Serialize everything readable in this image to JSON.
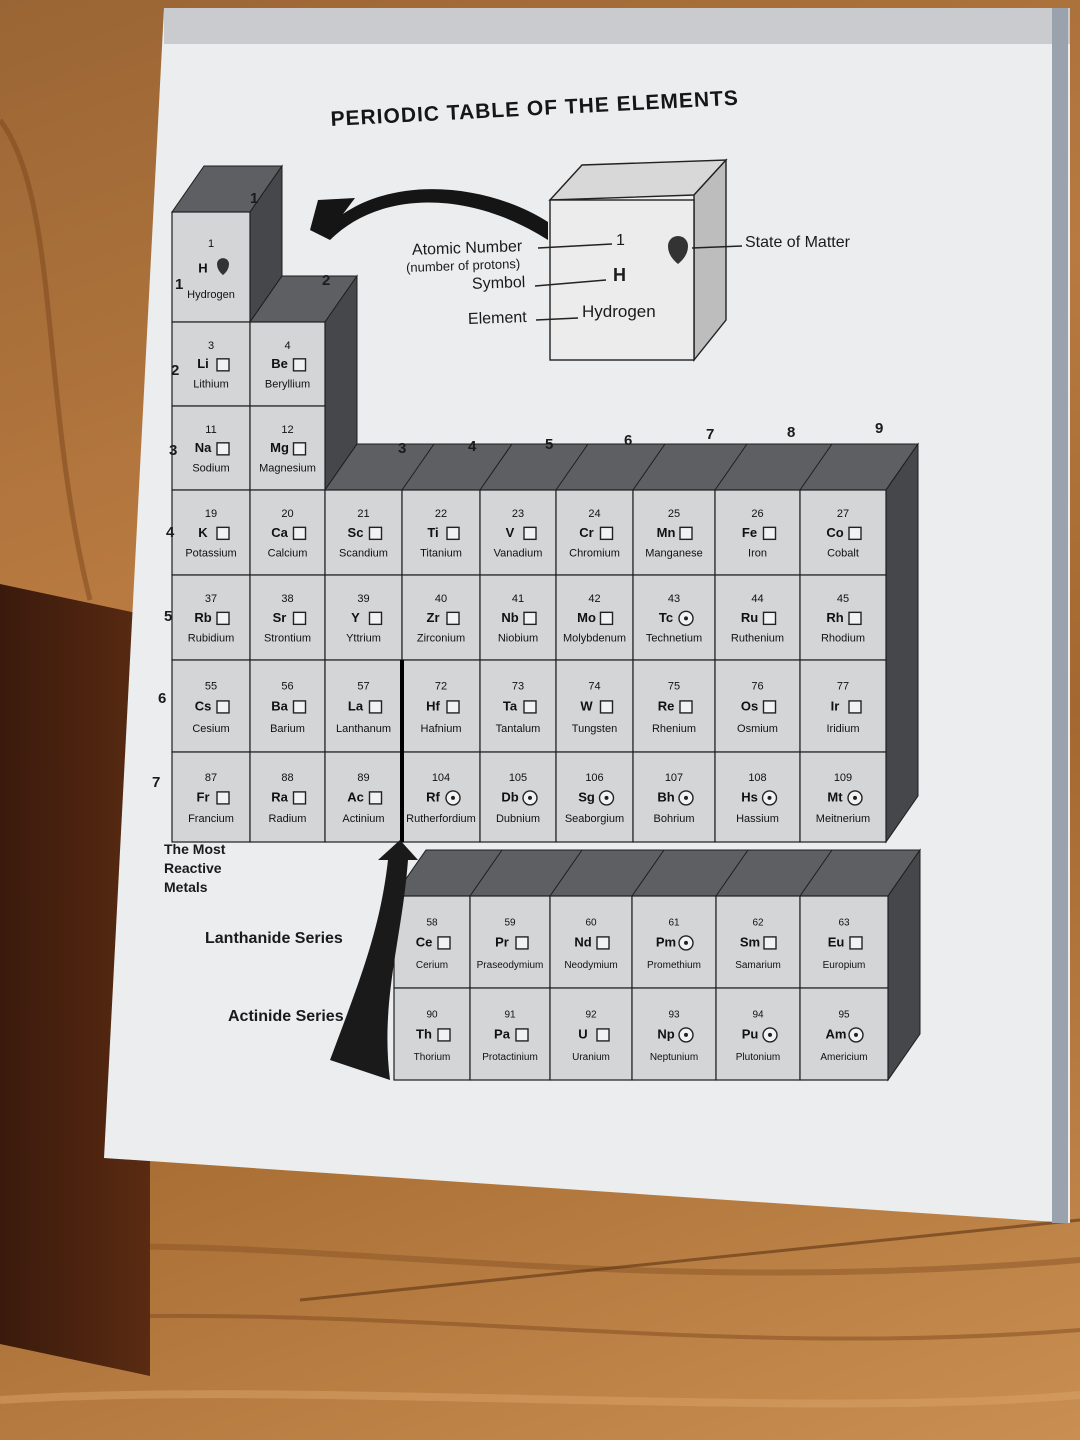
{
  "title": "PERIODIC TABLE OF THE ELEMENTS",
  "group_numbers": [
    "1",
    "2",
    "3",
    "4",
    "5",
    "6",
    "7",
    "8",
    "9"
  ],
  "period_numbers": [
    "1",
    "2",
    "3",
    "4",
    "5",
    "6",
    "7"
  ],
  "legend": {
    "atomic_number_label": "Atomic Number",
    "protons_note": "(number of protons)",
    "symbol_label": "Symbol",
    "element_label": "Element",
    "state_label": "State of Matter",
    "sample_number": "1",
    "sample_symbol": "H",
    "sample_name": "Hydrogen"
  },
  "most_reactive": [
    "The Most",
    "Reactive",
    "Metals"
  ],
  "lanthanide_label": "Lanthanide Series",
  "actinide_label": "Actinide Series",
  "elements": [
    {
      "n": "1",
      "s": "H",
      "name": "Hydrogen",
      "state": "gas",
      "row": 1,
      "col": 1
    },
    {
      "n": "3",
      "s": "Li",
      "name": "Lithium",
      "state": "solid",
      "row": 2,
      "col": 1
    },
    {
      "n": "4",
      "s": "Be",
      "name": "Beryllium",
      "state": "solid",
      "row": 2,
      "col": 2
    },
    {
      "n": "11",
      "s": "Na",
      "name": "Sodium",
      "state": "solid",
      "row": 3,
      "col": 1
    },
    {
      "n": "12",
      "s": "Mg",
      "name": "Magnesium",
      "state": "solid",
      "row": 3,
      "col": 2
    },
    {
      "n": "19",
      "s": "K",
      "name": "Potassium",
      "state": "solid",
      "row": 4,
      "col": 1
    },
    {
      "n": "20",
      "s": "Ca",
      "name": "Calcium",
      "state": "solid",
      "row": 4,
      "col": 2
    },
    {
      "n": "21",
      "s": "Sc",
      "name": "Scandium",
      "state": "solid",
      "row": 4,
      "col": 3
    },
    {
      "n": "22",
      "s": "Ti",
      "name": "Titanium",
      "state": "solid",
      "row": 4,
      "col": 4
    },
    {
      "n": "23",
      "s": "V",
      "name": "Vanadium",
      "state": "solid",
      "row": 4,
      "col": 5
    },
    {
      "n": "24",
      "s": "Cr",
      "name": "Chromium",
      "state": "solid",
      "row": 4,
      "col": 6
    },
    {
      "n": "25",
      "s": "Mn",
      "name": "Manganese",
      "state": "solid",
      "row": 4,
      "col": 7
    },
    {
      "n": "26",
      "s": "Fe",
      "name": "Iron",
      "state": "solid",
      "row": 4,
      "col": 8
    },
    {
      "n": "27",
      "s": "Co",
      "name": "Cobalt",
      "state": "solid",
      "row": 4,
      "col": 9
    },
    {
      "n": "37",
      "s": "Rb",
      "name": "Rubidium",
      "state": "solid",
      "row": 5,
      "col": 1
    },
    {
      "n": "38",
      "s": "Sr",
      "name": "Strontium",
      "state": "solid",
      "row": 5,
      "col": 2
    },
    {
      "n": "39",
      "s": "Y",
      "name": "Yttrium",
      "state": "solid",
      "row": 5,
      "col": 3
    },
    {
      "n": "40",
      "s": "Zr",
      "name": "Zirconium",
      "state": "solid",
      "row": 5,
      "col": 4
    },
    {
      "n": "41",
      "s": "Nb",
      "name": "Niobium",
      "state": "solid",
      "row": 5,
      "col": 5
    },
    {
      "n": "42",
      "s": "Mo",
      "name": "Molybdenum",
      "state": "solid",
      "row": 5,
      "col": 6
    },
    {
      "n": "43",
      "s": "Tc",
      "name": "Technetium",
      "state": "synthetic",
      "row": 5,
      "col": 7
    },
    {
      "n": "44",
      "s": "Ru",
      "name": "Ruthenium",
      "state": "solid",
      "row": 5,
      "col": 8
    },
    {
      "n": "45",
      "s": "Rh",
      "name": "Rhodium",
      "state": "solid",
      "row": 5,
      "col": 9
    },
    {
      "n": "55",
      "s": "Cs",
      "name": "Cesium",
      "state": "solid",
      "row": 6,
      "col": 1
    },
    {
      "n": "56",
      "s": "Ba",
      "name": "Barium",
      "state": "solid",
      "row": 6,
      "col": 2
    },
    {
      "n": "57",
      "s": "La",
      "name": "Lanthanum",
      "state": "solid",
      "row": 6,
      "col": 3
    },
    {
      "n": "72",
      "s": "Hf",
      "name": "Hafnium",
      "state": "solid",
      "row": 6,
      "col": 4
    },
    {
      "n": "73",
      "s": "Ta",
      "name": "Tantalum",
      "state": "solid",
      "row": 6,
      "col": 5
    },
    {
      "n": "74",
      "s": "W",
      "name": "Tungsten",
      "state": "solid",
      "row": 6,
      "col": 6
    },
    {
      "n": "75",
      "s": "Re",
      "name": "Rhenium",
      "state": "solid",
      "row": 6,
      "col": 7
    },
    {
      "n": "76",
      "s": "Os",
      "name": "Osmium",
      "state": "solid",
      "row": 6,
      "col": 8
    },
    {
      "n": "77",
      "s": "Ir",
      "name": "Iridium",
      "state": "solid",
      "row": 6,
      "col": 9
    },
    {
      "n": "87",
      "s": "Fr",
      "name": "Francium",
      "state": "solid",
      "row": 7,
      "col": 1
    },
    {
      "n": "88",
      "s": "Ra",
      "name": "Radium",
      "state": "solid",
      "row": 7,
      "col": 2
    },
    {
      "n": "89",
      "s": "Ac",
      "name": "Actinium",
      "state": "solid",
      "row": 7,
      "col": 3
    },
    {
      "n": "104",
      "s": "Rf",
      "name": "Rutherfordium",
      "state": "synthetic",
      "row": 7,
      "col": 4
    },
    {
      "n": "105",
      "s": "Db",
      "name": "Dubnium",
      "state": "synthetic",
      "row": 7,
      "col": 5
    },
    {
      "n": "106",
      "s": "Sg",
      "name": "Seaborgium",
      "state": "synthetic",
      "row": 7,
      "col": 6
    },
    {
      "n": "107",
      "s": "Bh",
      "name": "Bohrium",
      "state": "synthetic",
      "row": 7,
      "col": 7
    },
    {
      "n": "108",
      "s": "Hs",
      "name": "Hassium",
      "state": "synthetic",
      "row": 7,
      "col": 8
    },
    {
      "n": "109",
      "s": "Mt",
      "name": "Meitnerium",
      "state": "synthetic",
      "row": 7,
      "col": 9
    }
  ],
  "lanthanides": [
    {
      "n": "58",
      "s": "Ce",
      "name": "Cerium",
      "state": "solid"
    },
    {
      "n": "59",
      "s": "Pr",
      "name": "Praseodymium",
      "state": "solid"
    },
    {
      "n": "60",
      "s": "Nd",
      "name": "Neodymium",
      "state": "solid"
    },
    {
      "n": "61",
      "s": "Pm",
      "name": "Promethium",
      "state": "synthetic"
    },
    {
      "n": "62",
      "s": "Sm",
      "name": "Samarium",
      "state": "solid"
    },
    {
      "n": "63",
      "s": "Eu",
      "name": "Europium",
      "state": "solid"
    }
  ],
  "actinides": [
    {
      "n": "90",
      "s": "Th",
      "name": "Thorium",
      "state": "solid"
    },
    {
      "n": "91",
      "s": "Pa",
      "name": "Protactinium",
      "state": "solid"
    },
    {
      "n": "92",
      "s": "U",
      "name": "Uranium",
      "state": "solid"
    },
    {
      "n": "93",
      "s": "Np",
      "name": "Neptunium",
      "state": "synthetic"
    },
    {
      "n": "94",
      "s": "Pu",
      "name": "Plutonium",
      "state": "synthetic"
    },
    {
      "n": "95",
      "s": "Am",
      "name": "Americium",
      "state": "synthetic"
    }
  ],
  "colors": {
    "face": "#d4d5d7",
    "top": "#5e5f62",
    "side": "#46474a",
    "ink": "#111111"
  }
}
